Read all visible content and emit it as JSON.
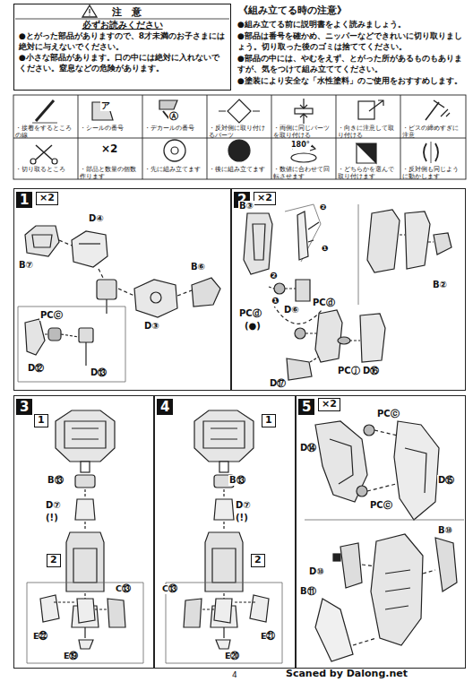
{
  "diagram": {
    "nodes": [
      {
        "text": [
          "注 意",
          "必ずお読みください",
          "●とがった部品がありますので、8才未満のお子さまには絶対に与えないでください。",
          "●小さな部品があります。口の中には絶対に入れないでください。窒息などの危険があります。"
        ]
      },
      {
        "text": [
          "1"
        ]
      },
      {
        "text": [
          "2"
        ]
      },
      {
        "text": [
          "3"
        ]
      },
      {
        "text": [
          "4"
        ]
      },
      {
        "text": [
          "5"
        ]
      }
    ],
    "labels": [
      "《組み立てる時の注意》",
      "●組み立てる前に説明書をよく読みましょう。",
      "●部品は番号を確かめ、ニッパーなどできれいに切り取りましょう。切り取った後のゴミは捨ててください。",
      "●部品の中には、やむをえず、とがった所があるものもありますが、気をつけて組み立ててください。",
      "●塗装により安全な「水性塗料」のご使用をおすすめします。",
      "・接着をするところの線",
      "・シールの番号",
      "・デカールの番号",
      "・反対側に取り付けるパーツ",
      "・両側に同じパーツを取り付ける",
      "・向きに注意して取り付ける",
      "・ビスの締めすぎに注意",
      "・切り取るところ",
      "・部品と数量の個数作ります",
      "・先に組み立てます",
      "・後に組み立てます",
      "・数値に合わせて回転させます",
      "・どちらかを選んで取り付けます",
      "・反対側も同じように動かします",
      "ア",
      "Ⓐ",
      "×2",
      "180°",
      "×2",
      "D④",
      "B⑦",
      "B⑥",
      "D③",
      "PCⓒ",
      "D⑫",
      "D⑬",
      "×2",
      "B③",
      "D⑥",
      "❷",
      "❶",
      "PCⓓ",
      "(●)",
      "❷",
      "❶",
      "PCⓓ",
      "D⑰",
      "D⑯",
      "PCⓙ",
      "B②",
      "1",
      "B⑬",
      "D⑦",
      "(!)",
      "2",
      "C⑬",
      "E㉒",
      "E⑲",
      "1",
      "B⑬",
      "D⑦",
      "(!)",
      "2",
      "C⑬",
      "E㉑",
      "E⑳",
      "×2",
      "PCⓒ",
      "D⑭",
      "D⑮",
      "PCⓒ",
      "B⑩",
      "D⑩",
      "B⑪",
      "4",
      "Scaned by Dalong.net"
    ]
  }
}
